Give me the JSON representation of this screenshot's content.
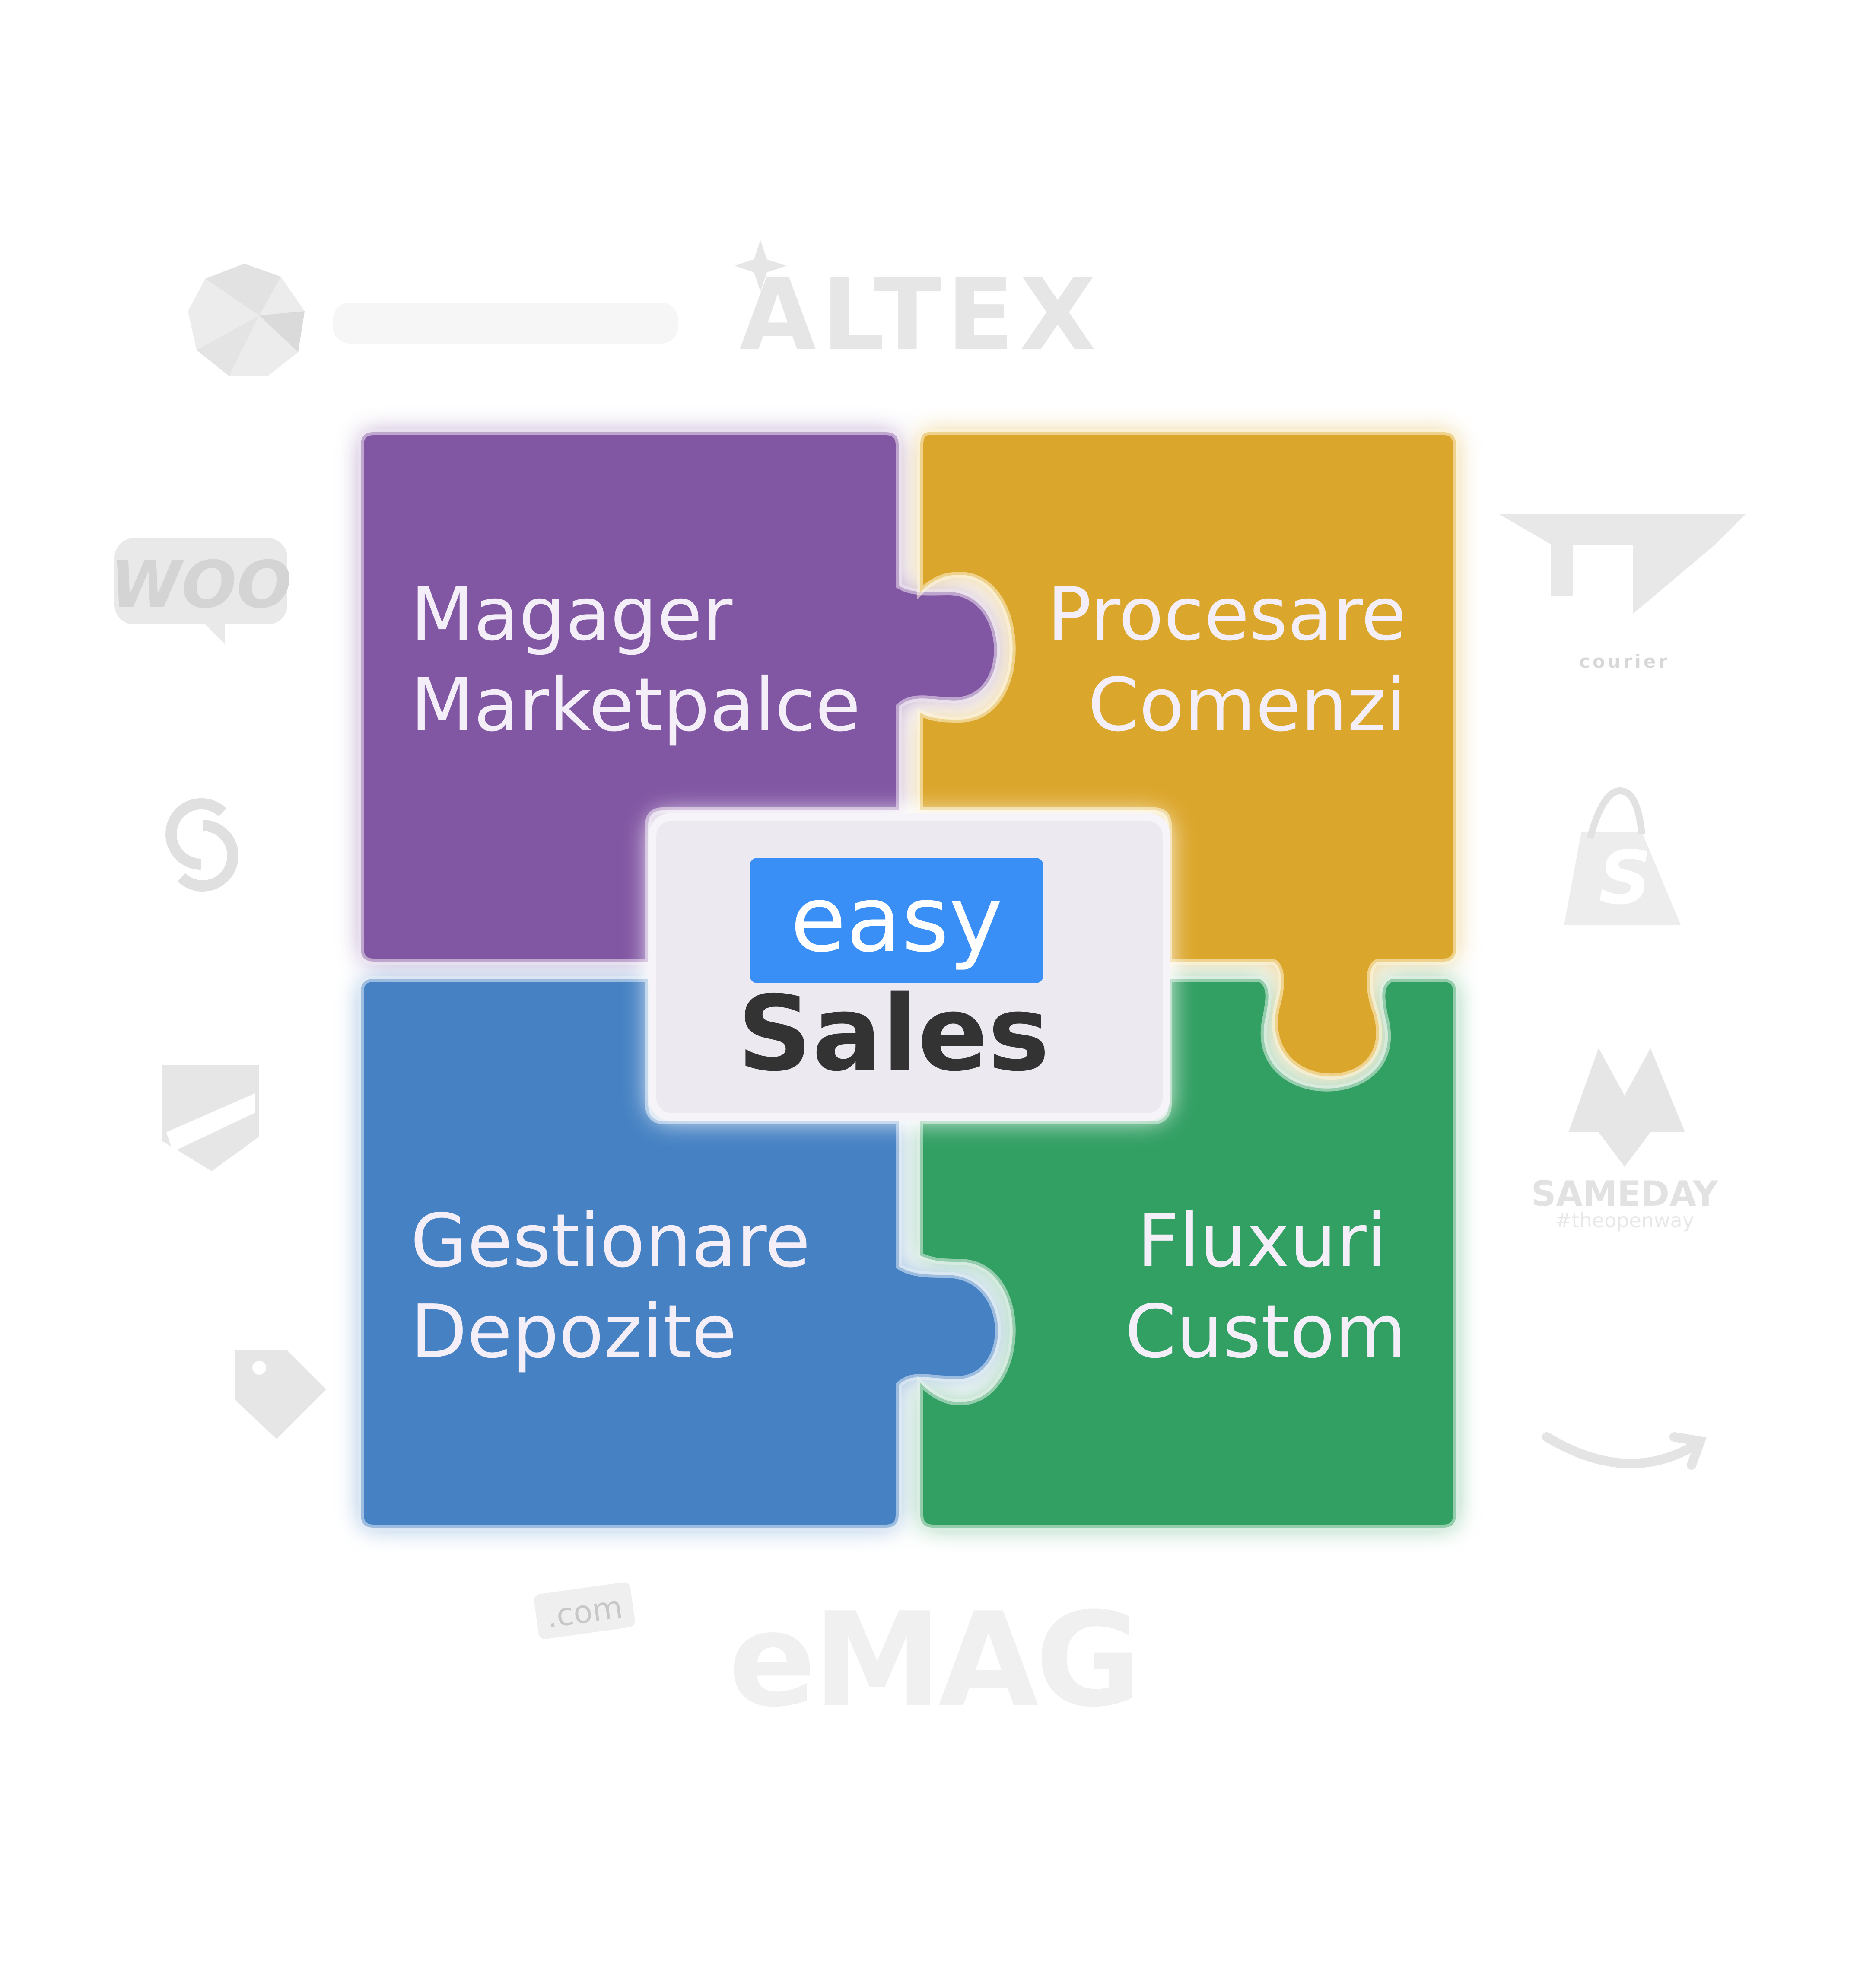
{
  "pieces": {
    "top_left": {
      "line1": "Magager",
      "line2": "Marketpalce",
      "color": "#8156A3"
    },
    "top_right": {
      "line1": "Procesare",
      "line2": "Comenzi",
      "color": "#DBA62C"
    },
    "bottom_left": {
      "line1": "Gestionare",
      "line2": "Depozite",
      "color": "#4682C3"
    },
    "bottom_right": {
      "line1": "Fluxuri",
      "line2": "Custom",
      "color": "#329F63"
    }
  },
  "center": {
    "easy": "easy",
    "sales": "Sales",
    "panel_color": "#EDE9F1",
    "badge_color": "#3A8FF6"
  },
  "logos": {
    "altex": "ALTEX",
    "woo": "WOO",
    "courier": "courier",
    "sameday": "SAMEDAY",
    "sameday_tag": "#theopenway",
    "emag": "eMAG",
    "dotcom": ".com",
    "logo_gray": "#E6E6E6"
  }
}
